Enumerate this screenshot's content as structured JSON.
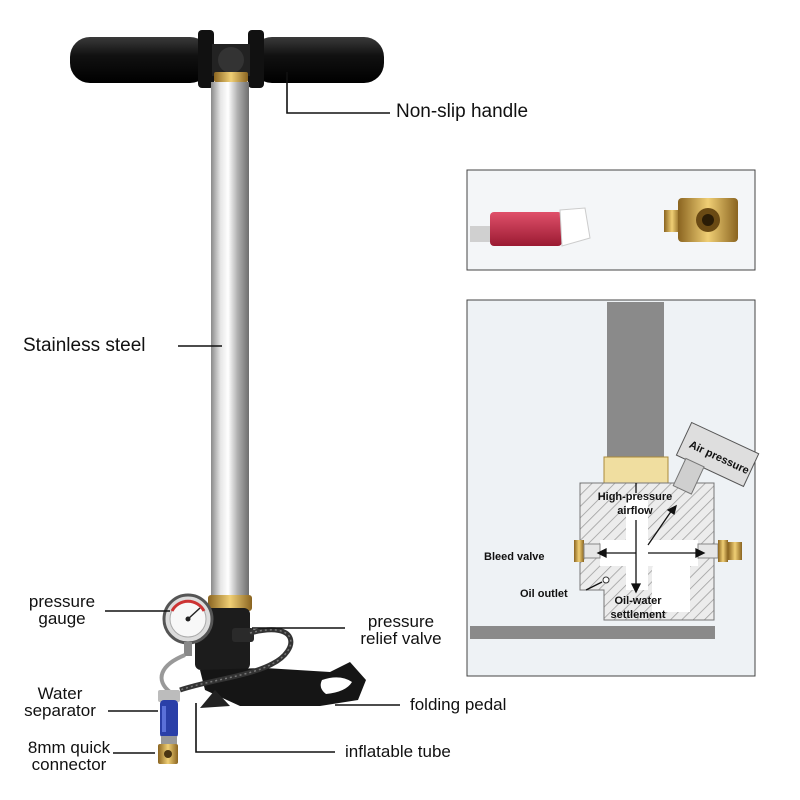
{
  "labels": {
    "handle": "Non-slip handle",
    "tube": "Stainless steel",
    "gauge_line1": "pressure",
    "gauge_line2": "gauge",
    "relief_line1": "pressure",
    "relief_line2": "relief valve",
    "separator_line1": "Water",
    "separator_line2": "separator",
    "connector_line1": "8mm quick",
    "connector_line2": "connector",
    "pedal": "folding pedal",
    "hose": "inflatable tube"
  },
  "inset_diagram": {
    "air_pressure": "Air pressure",
    "highpressure_line1": "High-pressure",
    "highpressure_line2": "airflow",
    "bleed_valve": "Bleed valve",
    "oil_outlet": "Oil outlet",
    "oilwater_line1": "Oil-water",
    "oilwater_line2": "settlement"
  },
  "colors": {
    "handle_grip": "#1a1a1a",
    "tube_steel": "#c8c8c8",
    "brass": "#c9a04a",
    "hose_blue": "#2a3fa8",
    "nozzle_red": "#c42a48",
    "inset_bg": "#eef2f5"
  }
}
